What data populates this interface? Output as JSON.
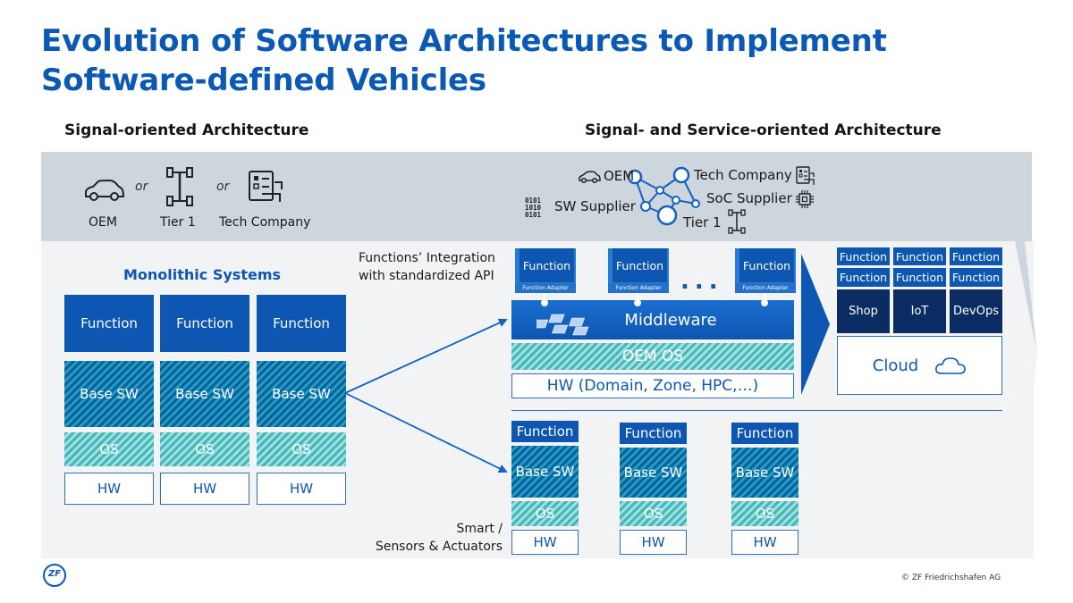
{
  "title_line1": "Evolution of Software Architectures to Implement",
  "title_line2": "Software-defined Vehicles",
  "left": {
    "heading": "Signal-oriented Architecture",
    "actors": {
      "oem": "OEM",
      "or1": "or",
      "tier1": "Tier 1",
      "or2": "or",
      "tech": "Tech Company"
    },
    "monolithic_label": "Monolithic Systems",
    "columns": [
      {
        "function": "Function",
        "base": "Base SW",
        "os": "OS",
        "hw": "HW"
      },
      {
        "function": "Function",
        "base": "Base SW",
        "os": "OS",
        "hw": "HW"
      },
      {
        "function": "Function",
        "base": "Base SW",
        "os": "OS",
        "hw": "HW"
      }
    ]
  },
  "right": {
    "heading": "Signal- and Service-oriented Architecture",
    "network": {
      "oem": "OEM",
      "tech": "Tech Company",
      "soc": "SoC Supplier",
      "sw": "SW Supplier",
      "tier1": "Tier 1"
    },
    "integration_line1": "Functions’ Integration",
    "integration_line2": "with standardized API",
    "central": {
      "functions": [
        {
          "label": "Function",
          "adapter": "Function Adapter"
        },
        {
          "label": "Function",
          "adapter": "Function Adapter"
        },
        {
          "label": "Function",
          "adapter": "Function Adapter"
        }
      ],
      "ellipsis": "...",
      "middleware": "Middleware",
      "os": "OEM OS",
      "hw": "HW (Domain, Zone, HPC,…)"
    },
    "cloud": {
      "grid": [
        "Function",
        "Function",
        "Function",
        "Function",
        "Function",
        "Function"
      ],
      "services": [
        "Shop",
        "IoT",
        "DevOps"
      ],
      "label": "Cloud"
    },
    "smart_line1": "Smart /",
    "smart_line2": "Sensors & Actuators",
    "smart": [
      {
        "function": "Function",
        "base": "Base SW",
        "os": "OS",
        "hw": "HW"
      },
      {
        "function": "Function",
        "base": "Base SW",
        "os": "OS",
        "hw": "HW"
      },
      {
        "function": "Function",
        "base": "Base SW",
        "os": "OS",
        "hw": "HW"
      }
    ]
  },
  "footer": {
    "logo": "ZF",
    "copyright": "© ZF Friedrichshafen AG"
  },
  "colors": {
    "title": "#0a5ab5",
    "function": "#0d57b2",
    "dark": "#0a2c63",
    "band": "#cdd6dd"
  }
}
